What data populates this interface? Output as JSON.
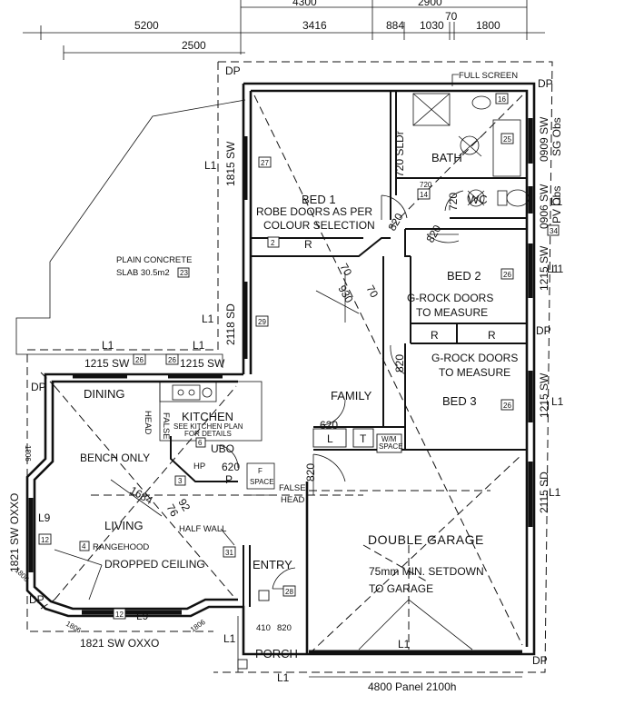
{
  "dimensions_top": {
    "d_4300": "4300",
    "d_2900": "2900",
    "d_5200": "5200",
    "d_3416": "3416",
    "d_884": "884",
    "d_1030": "1030",
    "d_70": "70",
    "d_1800": "1800",
    "d_2500": "2500"
  },
  "rooms": {
    "bed1": "BED 1",
    "bed2": "BED 2",
    "bed3": "BED 3",
    "bath": "BATH",
    "wc": "WC",
    "dining": "DINING",
    "kitchen": "KITCHEN",
    "family": "FAMILY",
    "living": "LIVING",
    "entry": "ENTRY",
    "porch": "PORCH",
    "garage": "DOUBLE GARAGE"
  },
  "notes": {
    "robe_line1": "ROBE DOORS AS PER",
    "robe_line2": "COLOUR SELECTION",
    "grock2_line1": "G-ROCK DOORS",
    "grock2_line2": "TO MEASURE",
    "grock3_line1": "G-ROCK DOORS",
    "grock3_line2": "TO MEASURE",
    "slab_line1": "PLAIN CONCRETE",
    "slab_line2": "SLAB 30.5m2",
    "kitchen_plan_line1": "SEE KITCHEN PLAN",
    "kitchen_plan_line2": "FOR DETAILS",
    "bench_only": "BENCH ONLY",
    "half_wall": "HALF WALL",
    "rangehood": "RANGEHOOD",
    "dropped_ceiling": "DROPPED CEILING",
    "full_screen": "FULL SCREEN",
    "false_head_1": "FALSE",
    "false_head_2": "HEAD",
    "false_head_k1": "FALSE",
    "false_head_k2": "HEAD",
    "setdown_line1": "75mm MIN. SETDOWN",
    "setdown_line2": "TO GARAGE",
    "garage_door": "4800 Panel 2100h",
    "wm_space_1": "W/M",
    "wm_space_2": "SPACE",
    "f_space_1": "F",
    "f_space_2": "SPACE",
    "ubo": "UBO",
    "hp": "HP"
  },
  "openings": {
    "w_1815": "1815 SW",
    "w_2118": "2118 SD",
    "w_1215_a": "1215 SW",
    "w_1215_b": "1215 SW",
    "w_0909": "0909 SW",
    "sg_obs": "SG Obs",
    "w_0906": "0906 SW",
    "pv_obs": "PV Obs",
    "w_1215_r1": "1215 SW",
    "w_1215_r2": "1215 SW",
    "w_2115": "2115 SD",
    "w_1821_left": "1821 SW OXXO",
    "w_1821_bottom": "1821 SW OXXO",
    "w_1806_a": "1806",
    "w_1806_b": "1806",
    "w_1806_c": "1806",
    "w_1806_d": "1806"
  },
  "doors": {
    "d720_slider": "720 SLDr",
    "d720_a": "720",
    "d720_b": "720",
    "d820_bed1": "820",
    "d820_bed2": "820",
    "d820_bed3": "820",
    "d820_family": "820",
    "d620_l": "620",
    "d620_p": "620",
    "d410": "410",
    "d820_entry": "820",
    "d930": "930",
    "d70_a": "70",
    "d70_b": "70",
    "d1684": "1684",
    "d76": "76",
    "d92": "92"
  },
  "lintels": {
    "l1_a": "L1",
    "l1_b": "L1",
    "l1_c": "L1",
    "l1_d": "L1",
    "l1_e": "L1",
    "l1_f": "L1",
    "l1_g": "L1",
    "l1_h": "L1",
    "l1_i": "L1",
    "l1_j": "L1",
    "l1_k": "L1",
    "l1_l": "L1",
    "l9_a": "L9",
    "l9_b": "L9"
  },
  "downpipes": {
    "dp1": "DP",
    "dp2": "DP",
    "dp3": "DP",
    "dp4": "DP",
    "dp5": "DP",
    "dp6": "DP"
  },
  "markers": {
    "m2": "2",
    "m3": "3",
    "m4": "4",
    "m6": "6",
    "m12a": "12",
    "m12b": "12",
    "m14": "14",
    "m16": "16",
    "m23": "23",
    "m25": "25",
    "m26a": "26",
    "m26b": "26",
    "m26c": "26",
    "m26d": "26",
    "m27": "27",
    "m28": "28",
    "m29": "29",
    "m31": "31",
    "m34": "34",
    "r1": "R",
    "r2": "R",
    "r3": "R",
    "lbox": "L",
    "tbox": "T",
    "pbox": "P"
  }
}
